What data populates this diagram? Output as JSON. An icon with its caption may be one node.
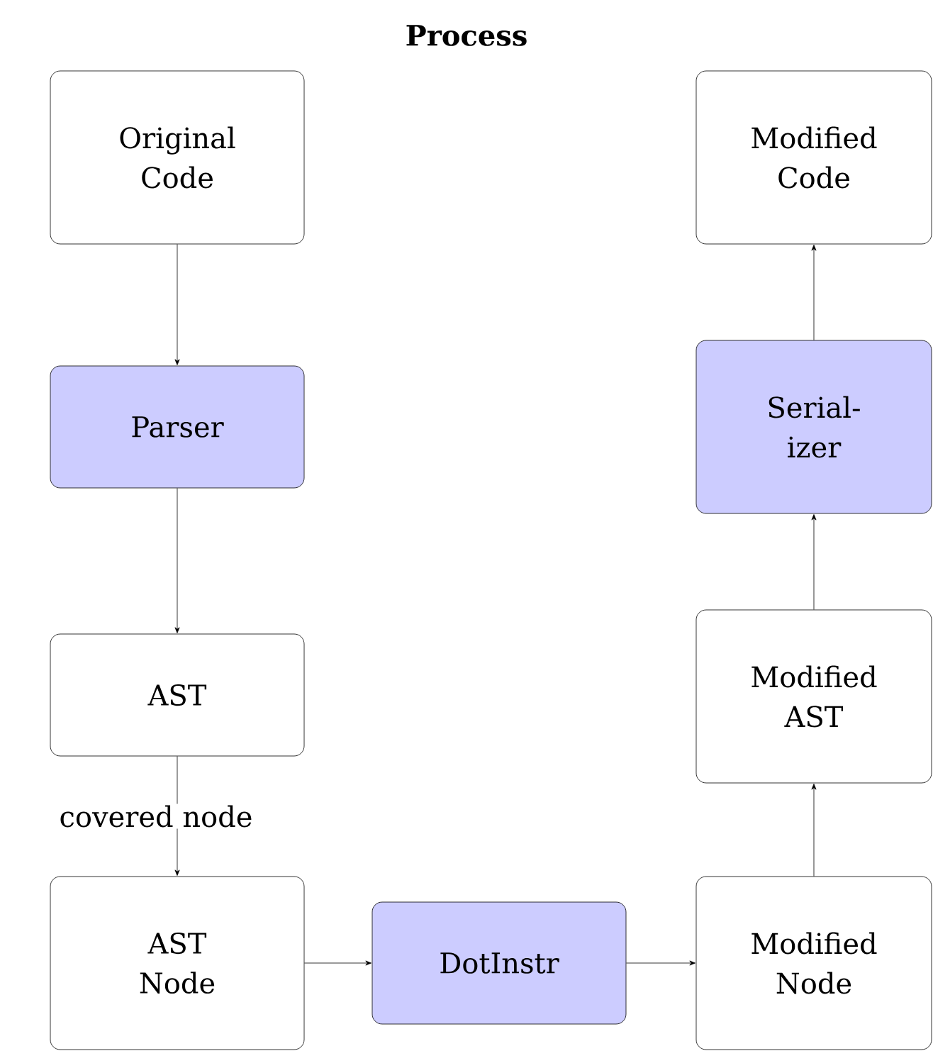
{
  "diagram": {
    "title": "Process",
    "nodes": [
      {
        "text": [
          "Original Code"
        ]
      },
      {
        "text": [
          "Parser"
        ]
      },
      {
        "text": [
          "AST"
        ]
      },
      {
        "text": [
          "AST Node"
        ]
      },
      {
        "text": [
          "DotInstr"
        ]
      },
      {
        "text": [
          "Modified Node"
        ]
      },
      {
        "text": [
          "Modified AST"
        ]
      },
      {
        "text": [
          "Serial- izer"
        ]
      },
      {
        "text": [
          "Modified Code"
        ]
      }
    ],
    "edges": [
      {
        "from": 0,
        "to": 1,
        "arrow": "to"
      },
      {
        "from": 1,
        "to": 2,
        "arrow": "to"
      },
      {
        "from": 2,
        "to": 3,
        "arrow": "to",
        "label": "covered node"
      },
      {
        "from": 3,
        "to": 4,
        "arrow": "to"
      },
      {
        "from": 4,
        "to": 5,
        "arrow": "to"
      },
      {
        "from": 5,
        "to": 6,
        "arrow": "to"
      },
      {
        "from": 6,
        "to": 7,
        "arrow": "to"
      },
      {
        "from": 7,
        "to": 8,
        "arrow": "to"
      }
    ]
  }
}
